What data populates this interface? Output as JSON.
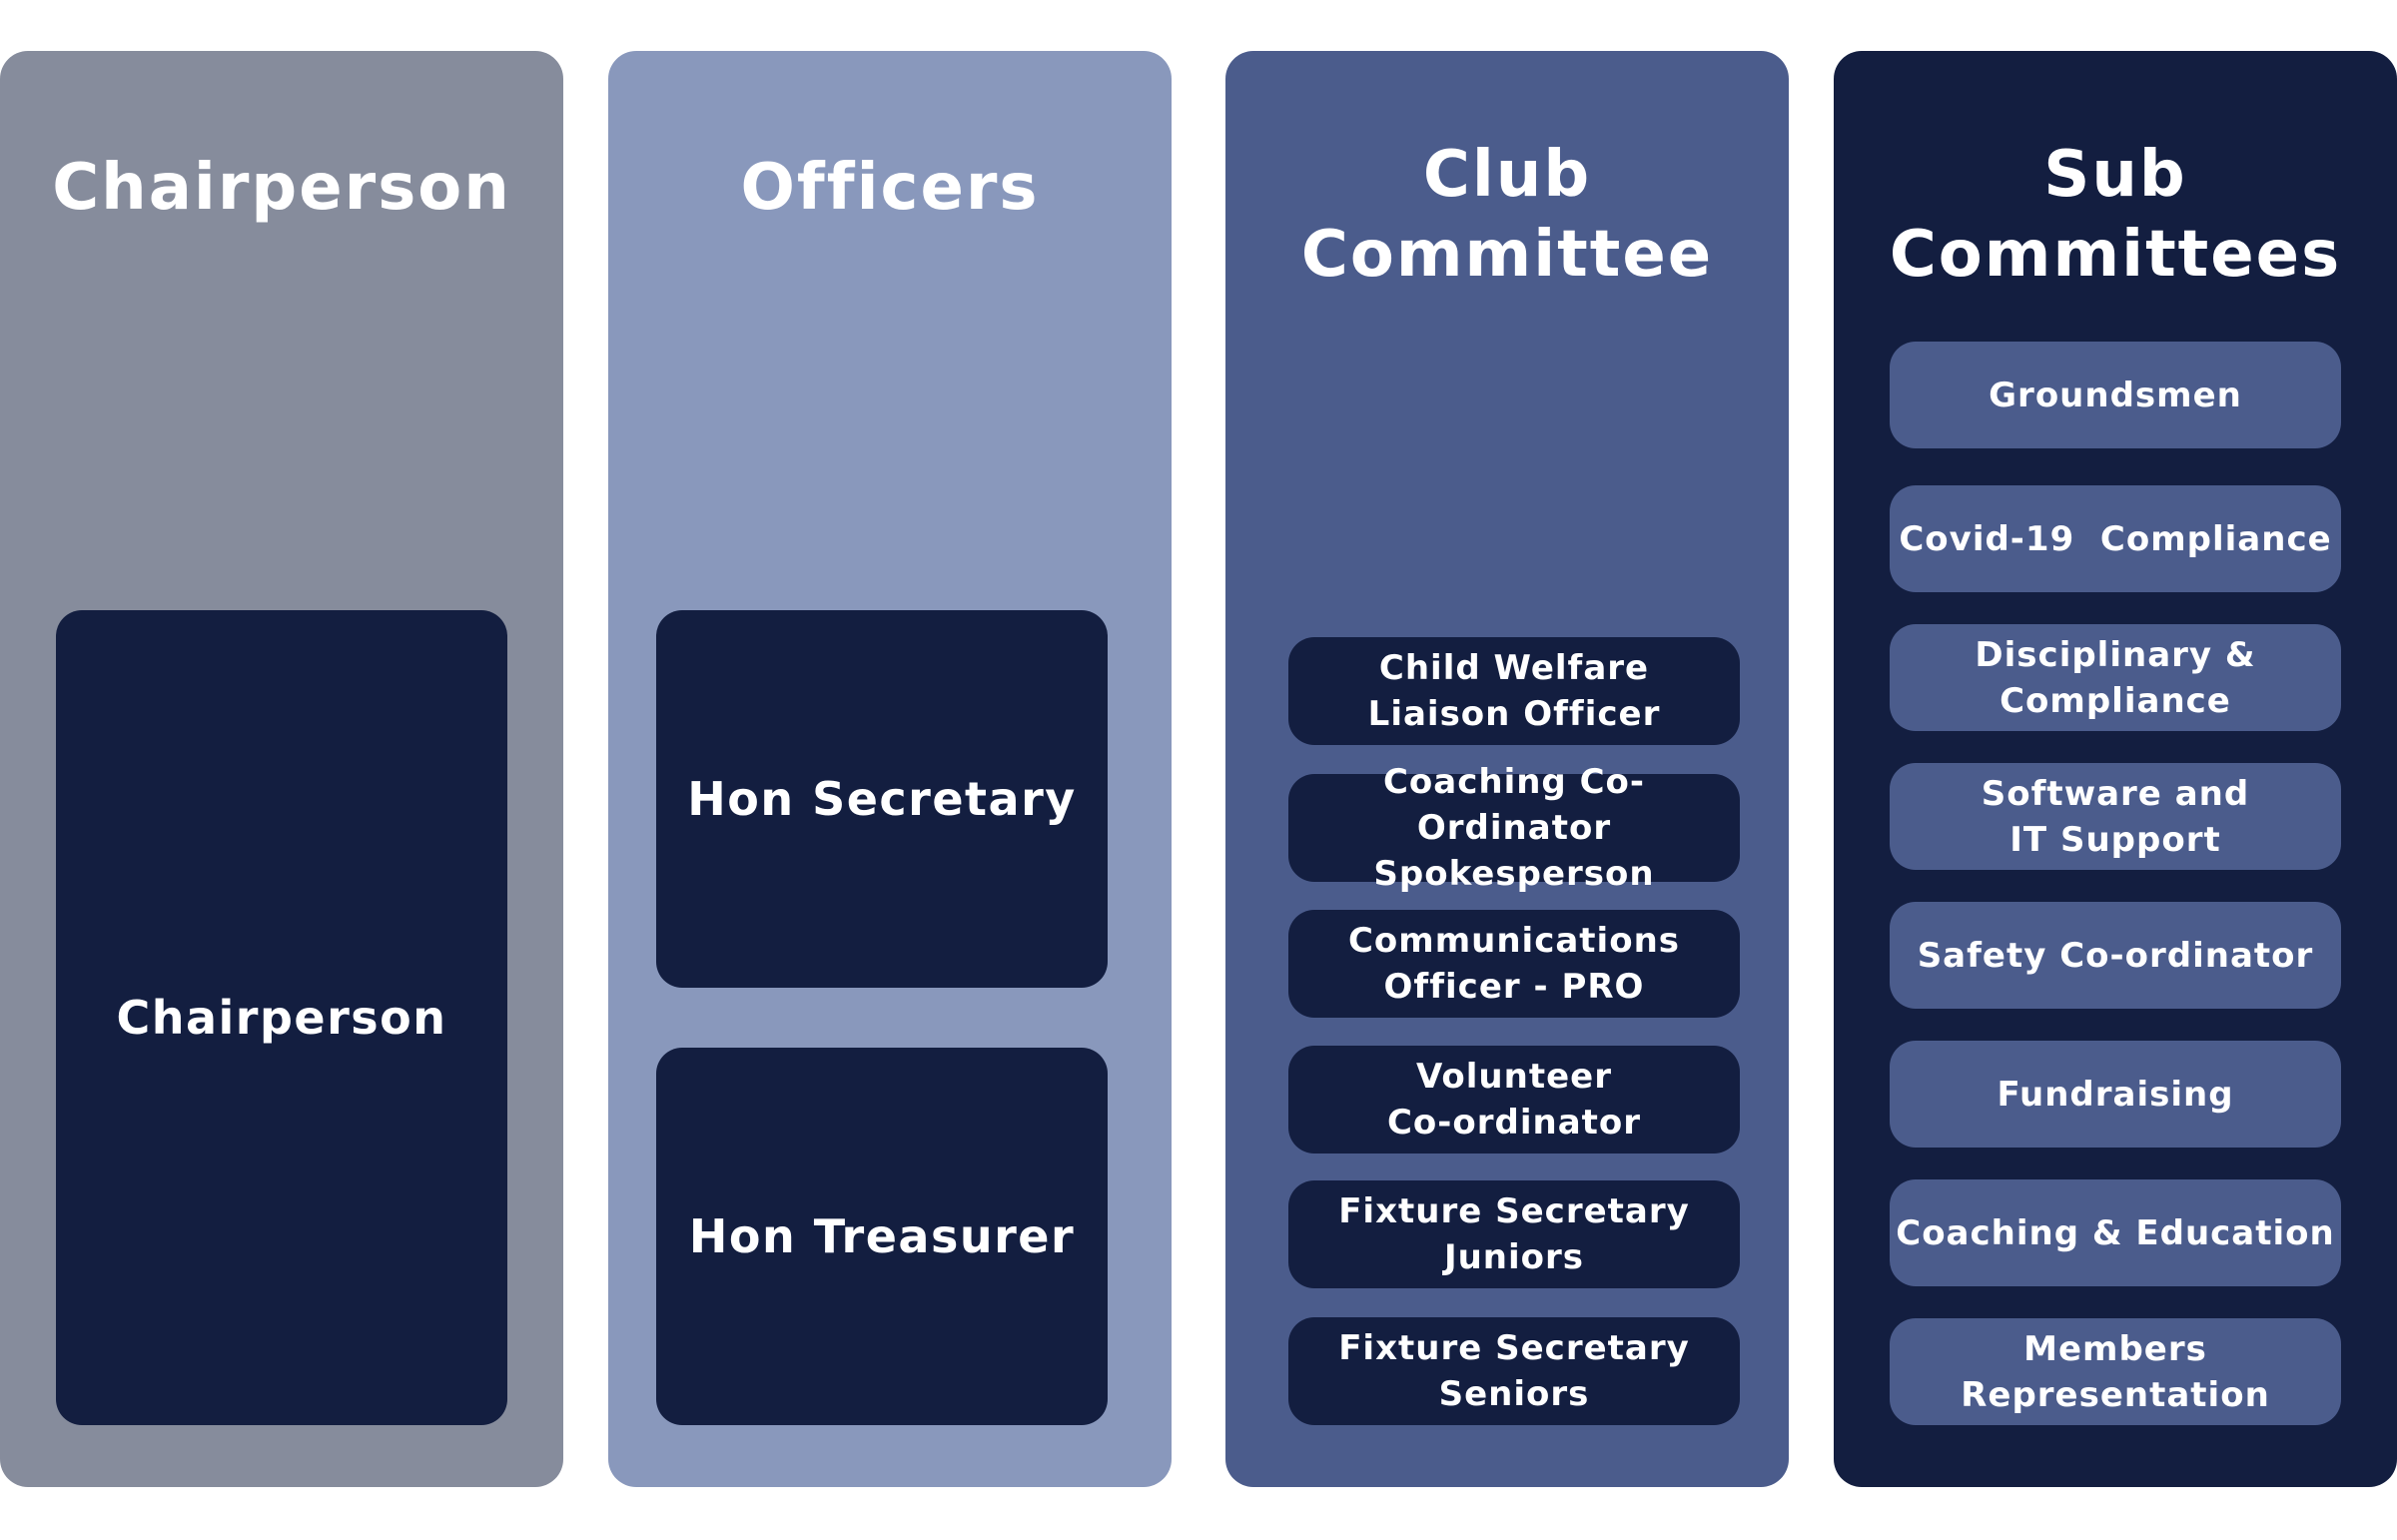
{
  "colors": {
    "background": "#ffffff",
    "chair_col": "#868c9c",
    "officers_col": "#8998bc",
    "club_col": "#4b5c8c",
    "sub_col": "#131e40",
    "dark_box": "#131e40",
    "mid_box": "#4b5c8c"
  },
  "columns": [
    {
      "title_lines": [
        "Chairperson"
      ],
      "items": [
        {
          "lines": [
            "Chairperson"
          ]
        }
      ]
    },
    {
      "title_lines": [
        "Officers"
      ],
      "items": [
        {
          "lines": [
            "Hon Secretary"
          ]
        },
        {
          "lines": [
            "Hon Treasurer"
          ]
        }
      ]
    },
    {
      "title_lines": [
        "Club",
        "Committee"
      ],
      "items": [
        {
          "lines": [
            "Child Welfare",
            "Liaison Officer"
          ]
        },
        {
          "lines": [
            "Coaching Co-Ordinator",
            "Spokesperson"
          ]
        },
        {
          "lines": [
            "Communications",
            "Officer - PRO"
          ]
        },
        {
          "lines": [
            "Volunteer",
            "Co-ordinator"
          ]
        },
        {
          "lines": [
            "Fixture Secretary",
            "Juniors"
          ]
        },
        {
          "lines": [
            "Fixture Secretary",
            "Seniors"
          ]
        }
      ]
    },
    {
      "title_lines": [
        "Sub",
        "Committees"
      ],
      "items": [
        {
          "lines": [
            "Groundsmen"
          ]
        },
        {
          "lines": [
            "Covid-19  Compliance"
          ]
        },
        {
          "lines": [
            "Disciplinary &",
            "Compliance"
          ]
        },
        {
          "lines": [
            "Software and",
            "IT Support"
          ]
        },
        {
          "lines": [
            "Safety Co-ordinator"
          ]
        },
        {
          "lines": [
            "Fundraising"
          ]
        },
        {
          "lines": [
            "Coaching & Education"
          ]
        },
        {
          "lines": [
            "Members",
            "Representation"
          ]
        }
      ]
    }
  ]
}
